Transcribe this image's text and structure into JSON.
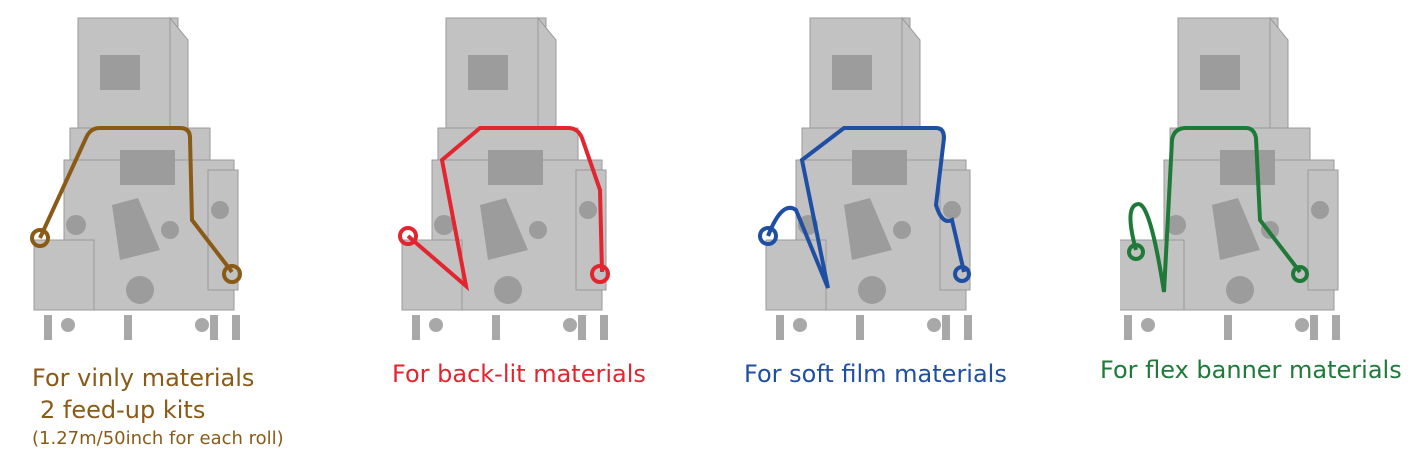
{
  "colors": {
    "vinyl": "#8a5a17",
    "backlit": "#e2252f",
    "softfilm": "#1f4fa3",
    "flex": "#1f7a3a",
    "machine_body": "#bfbfbf",
    "machine_dark": "#8f8f8f"
  },
  "panels": [
    {
      "key": "vinyl",
      "caption": "For vinly materials",
      "sub": "2 feed-up kits",
      "note": "(1.27m/50inch for each roll)"
    },
    {
      "key": "backlit",
      "caption": "For back-lit materials"
    },
    {
      "key": "softfilm",
      "caption": "For soft film materials"
    },
    {
      "key": "flex",
      "caption": "For flex banner materials"
    }
  ]
}
